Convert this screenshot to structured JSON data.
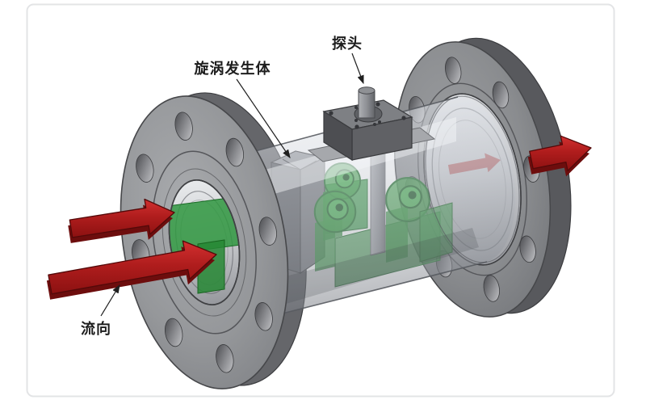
{
  "page": {
    "background": "#ffffff",
    "card_border_color": "#e3e4e6"
  },
  "diagram": {
    "subject": "vortex-flowmeter-cutaway",
    "annotations": [
      {
        "id": "vortex-generator",
        "label": "旋涡发生体"
      },
      {
        "id": "probe",
        "label": "探头"
      },
      {
        "id": "flow-direction",
        "label": "流向"
      }
    ],
    "colors": {
      "flange_face": "#8b8d91",
      "flange_side": "#626367",
      "pipe_glass": "#c2c6cc",
      "flow_green": "#2f9640",
      "flow_green_dark": "#17641f",
      "arrow_red": "#b01d1d",
      "arrow_red_dark": "#5d0a0a",
      "sensor_block": "#6a6c70",
      "label_text": "#1d1d1d"
    }
  }
}
